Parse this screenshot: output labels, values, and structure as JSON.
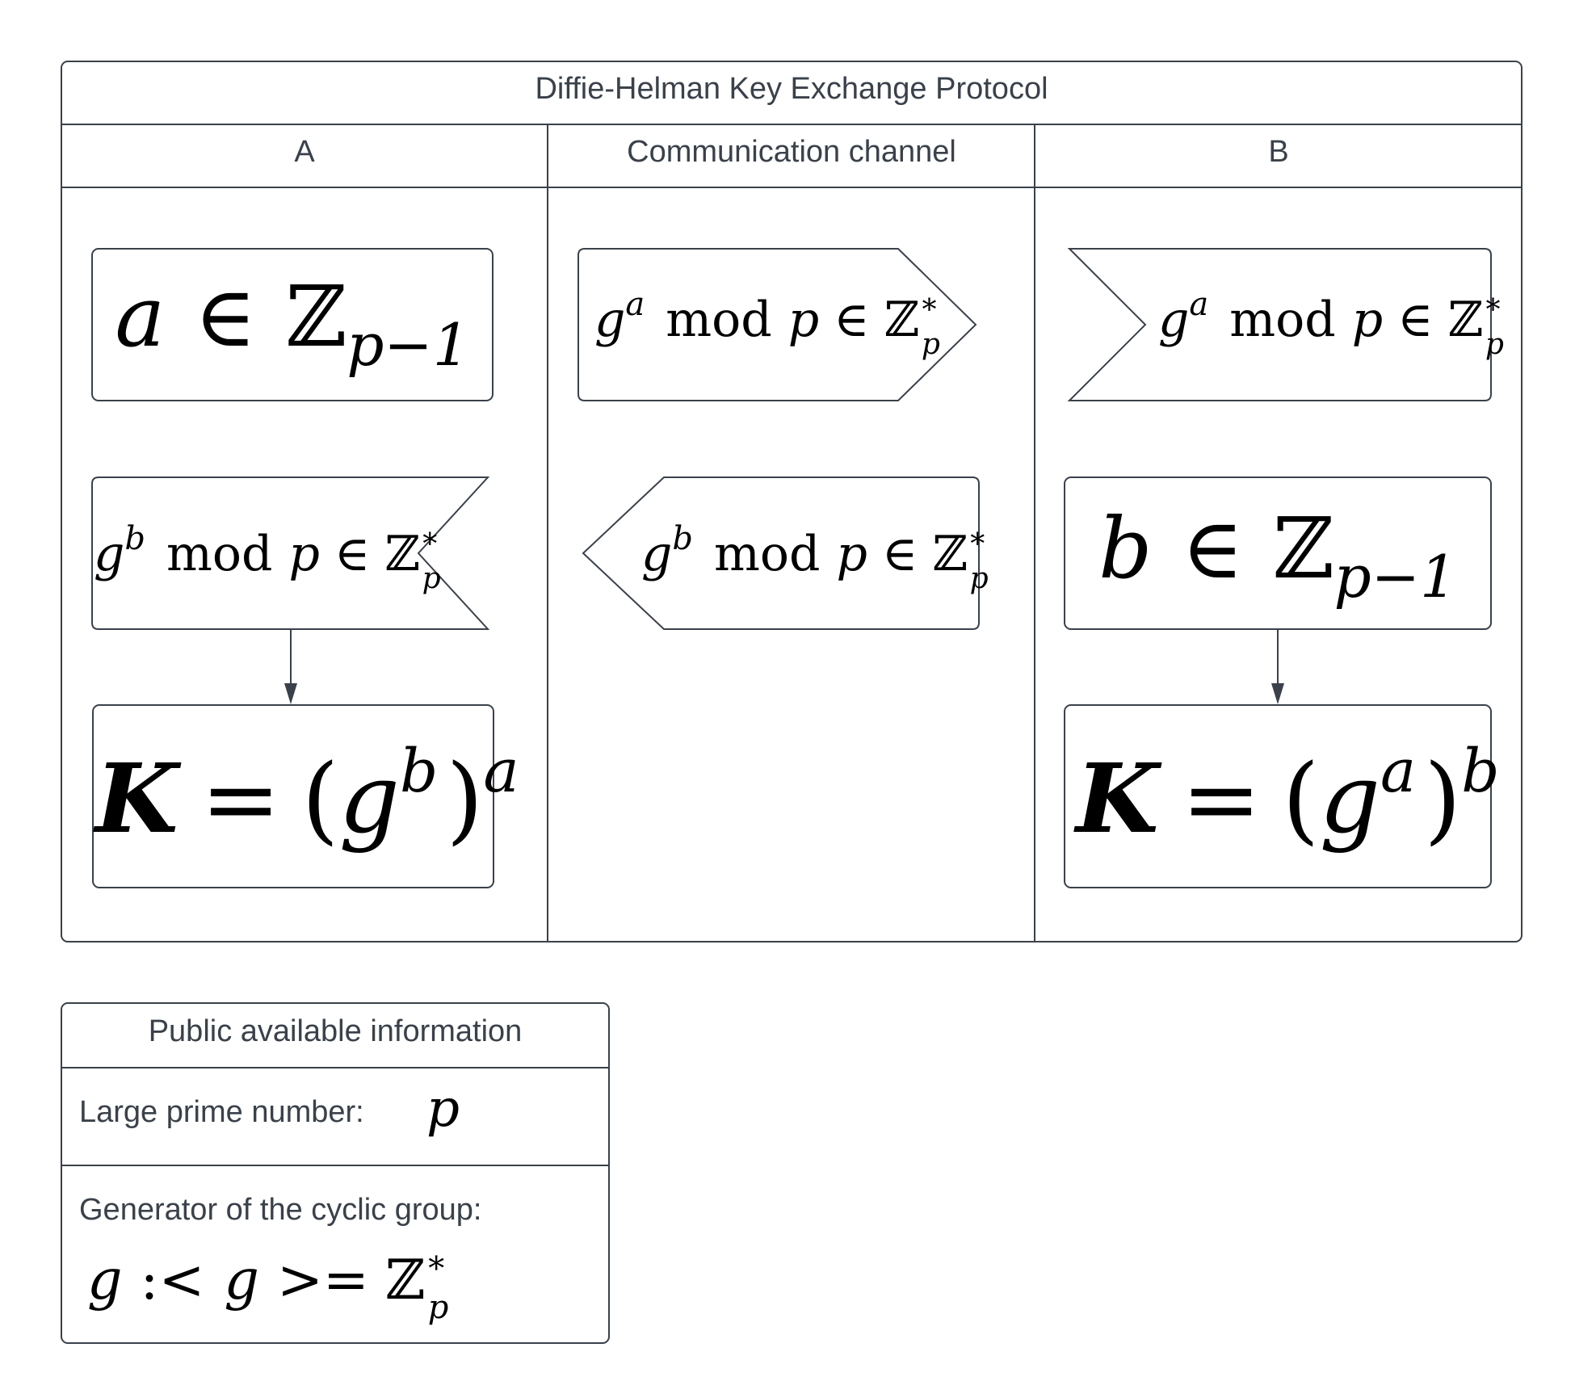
{
  "diagram": {
    "title": "Diffie-Helman Key Exchange Protocol",
    "columns": [
      "A",
      "Communication channel",
      "B"
    ]
  },
  "math": {
    "elem": "∈",
    "zbb": "ℤ",
    "sub_p_minus_1": "p−1",
    "var_a": "a",
    "var_b": "b",
    "var_g": "g",
    "var_p": "p",
    "var_K": "K",
    "mod": "mod",
    "star": "∗",
    "equals": "=",
    "lparen": "(",
    "rparen": ")",
    "gen_colon": ":<",
    "gen_close": ">="
  },
  "public_info": {
    "title": "Public available information",
    "prime_label": "Large prime number:",
    "generator_label": "Generator of the cyclic group:"
  }
}
